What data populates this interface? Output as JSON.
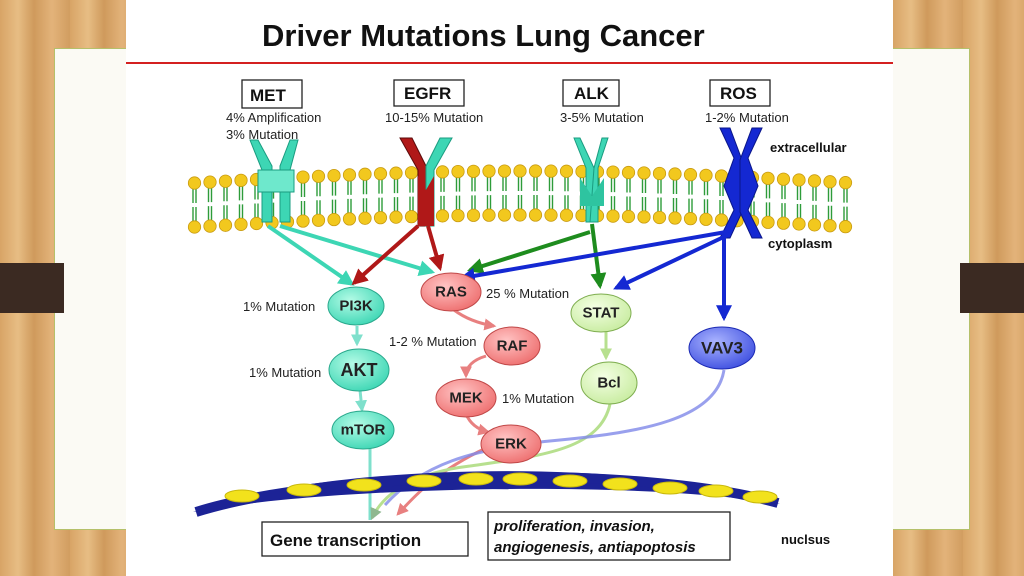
{
  "title": "Driver Mutations Lung Cancer",
  "receptors": [
    {
      "name": "MET",
      "notes": [
        "4% Amplification",
        "3% Mutation"
      ]
    },
    {
      "name": "EGFR",
      "notes": [
        "10-15% Mutation"
      ]
    },
    {
      "name": "ALK",
      "notes": [
        "3-5% Mutation"
      ]
    },
    {
      "name": "ROS",
      "notes": [
        "1-2% Mutation"
      ]
    }
  ],
  "regions": {
    "extracellular": "extracellular",
    "cytoplasm": "cytoplasm",
    "nucleus": "nuclsus"
  },
  "nodes": {
    "pi3k": "PI3K",
    "akt": "AKT",
    "mtor": "mTOR",
    "ras": "RAS",
    "raf": "RAF",
    "mek": "MEK",
    "erk": "ERK",
    "stat": "STAT",
    "bcl": "Bcl",
    "vav3": "VAV3"
  },
  "annotations": {
    "pi3k": "1% Mutation",
    "akt": "1% Mutation",
    "ras": "25 % Mutation",
    "raf": "1-2 % Mutation",
    "mek": "1% Mutation"
  },
  "outputs": {
    "gene_transcription": "Gene transcription",
    "effects_line1": "proliferation, invasion,",
    "effects_line2": "angiogenesis, antiapoptosis"
  },
  "colors": {
    "met": "#3dd6b4",
    "egfr": "#b01818",
    "alk": "#1e8c1e",
    "ros": "#1428d2",
    "ras_node": "#f08080",
    "pathway_node": "#5ee6c4",
    "stat_node": "#d6f2b4",
    "vav3_node": "#4a5ae6",
    "membrane_head": "#f2c81e",
    "title_rule": "#d42020",
    "nucleus": "#1c2396"
  }
}
